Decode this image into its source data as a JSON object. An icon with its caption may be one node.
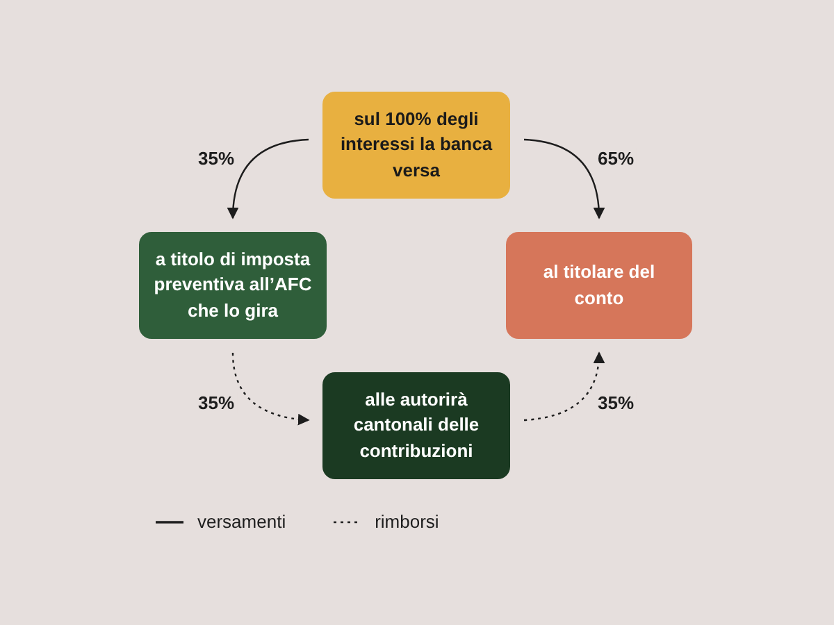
{
  "diagram": {
    "nodes": [
      {
        "text": [
          "sul 100% degli interessi la banca versa"
        ]
      },
      {
        "text": [
          "a titolo di imposta preventiva all’AFC che lo gira"
        ]
      },
      {
        "text": [
          "al titolare del conto"
        ]
      },
      {
        "text": [
          "alle autorirà cantonali delle contribuzioni"
        ]
      }
    ],
    "edges": [
      {
        "from": 0,
        "to": 1,
        "arrow": "to",
        "label": "35%"
      },
      {
        "from": 0,
        "to": 2,
        "arrow": "to",
        "label": "65%"
      },
      {
        "from": 1,
        "to": 3,
        "arrow": "to",
        "label": "35%",
        "style": "dashed"
      },
      {
        "from": 3,
        "to": 2,
        "arrow": "to",
        "label": "35%",
        "style": "dashed"
      }
    ],
    "legend": [
      {
        "text": "versamenti"
      },
      {
        "text": "rimborsi"
      }
    ]
  }
}
